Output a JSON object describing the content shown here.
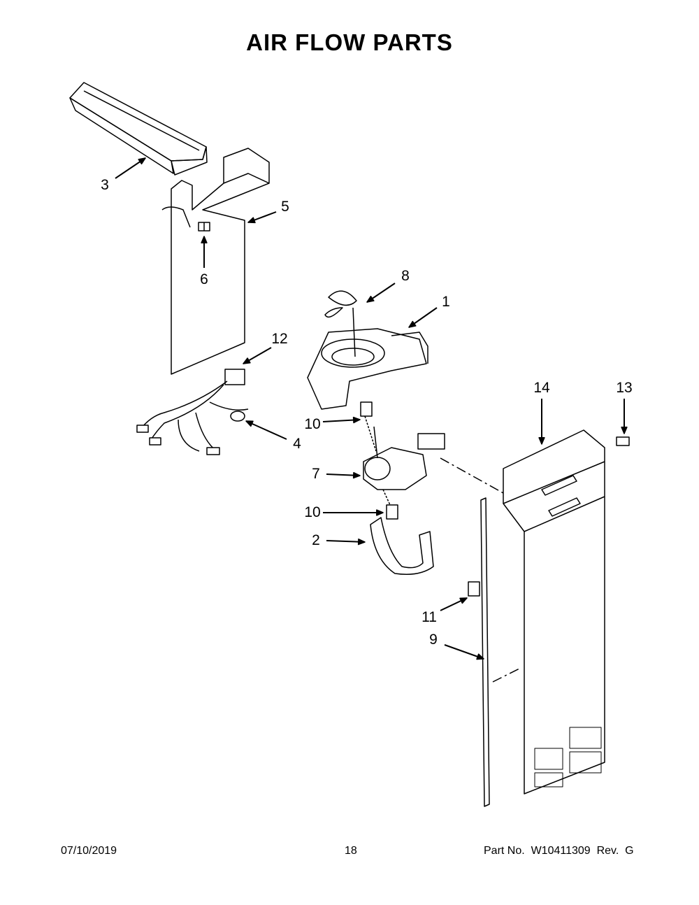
{
  "title": "AIR FLOW PARTS",
  "callouts": [
    "3",
    "5",
    "6",
    "8",
    "1",
    "12",
    "4",
    "10",
    "7",
    "10",
    "2",
    "14",
    "13",
    "11",
    "9"
  ],
  "footer": {
    "date": "07/10/2019",
    "page": "18",
    "part_no": "Part No.  W10411309  Rev.  G"
  }
}
